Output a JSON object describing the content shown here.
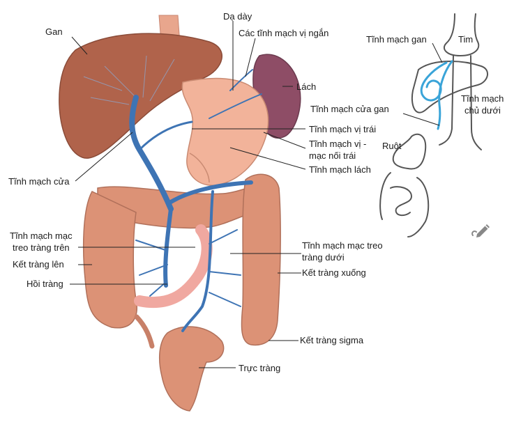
{
  "labels": {
    "gan": "Gan",
    "da_day": "Dạ dày",
    "cac_tinh_mach_vi_ngan": "Các tĩnh mạch vị ngắn",
    "lach": "Lách",
    "tinh_mach_vi_trai": "Tĩnh mạch vị trái",
    "tinh_mach_vi_mac_noi_trai_1": "Tĩnh mạch vị -",
    "tinh_mach_vi_mac_noi_trai_2": "mạc nối trái",
    "tinh_mach_lach": "Tĩnh mạch lách",
    "tinh_mach_cua": "Tĩnh mạch cửa",
    "tinh_mach_mac_treo_trang_tren_1": "Tĩnh mạch mạc",
    "tinh_mach_mac_treo_trang_tren_2": "treo tràng trên",
    "ket_trang_len": "Kết tràng lên",
    "hoi_trang": "Hồi tràng",
    "tinh_mach_mac_treo_trang_duoi_1": "Tĩnh mạch mạc treo",
    "tinh_mach_mac_treo_trang_duoi_2": "tràng dưới",
    "ket_trang_xuong": "Kết tràng xuống",
    "ket_trang_sigma": "Kết tràng sigma",
    "truc_trang": "Trực tràng"
  },
  "inset": {
    "tinh_mach_gan": "Tĩnh mạch gan",
    "tim": "Tim",
    "tinh_mach_chu_duoi_1": "Tĩnh mạch",
    "tinh_mach_chu_duoi_2": "chủ dưới",
    "tinh_mach_cua_gan": "Tĩnh mạch cửa gan",
    "ruot": "Ruột"
  },
  "icons": {
    "edit": "pencil-edit-icon"
  },
  "colors": {
    "liver": "#b0634b",
    "stomach": "#f2b39a",
    "spleen": "#8e4d66",
    "vein": "#3e74b4",
    "colon": "#dc9276",
    "inset_vein": "#3aa4d8",
    "inset_outline": "#555555"
  }
}
